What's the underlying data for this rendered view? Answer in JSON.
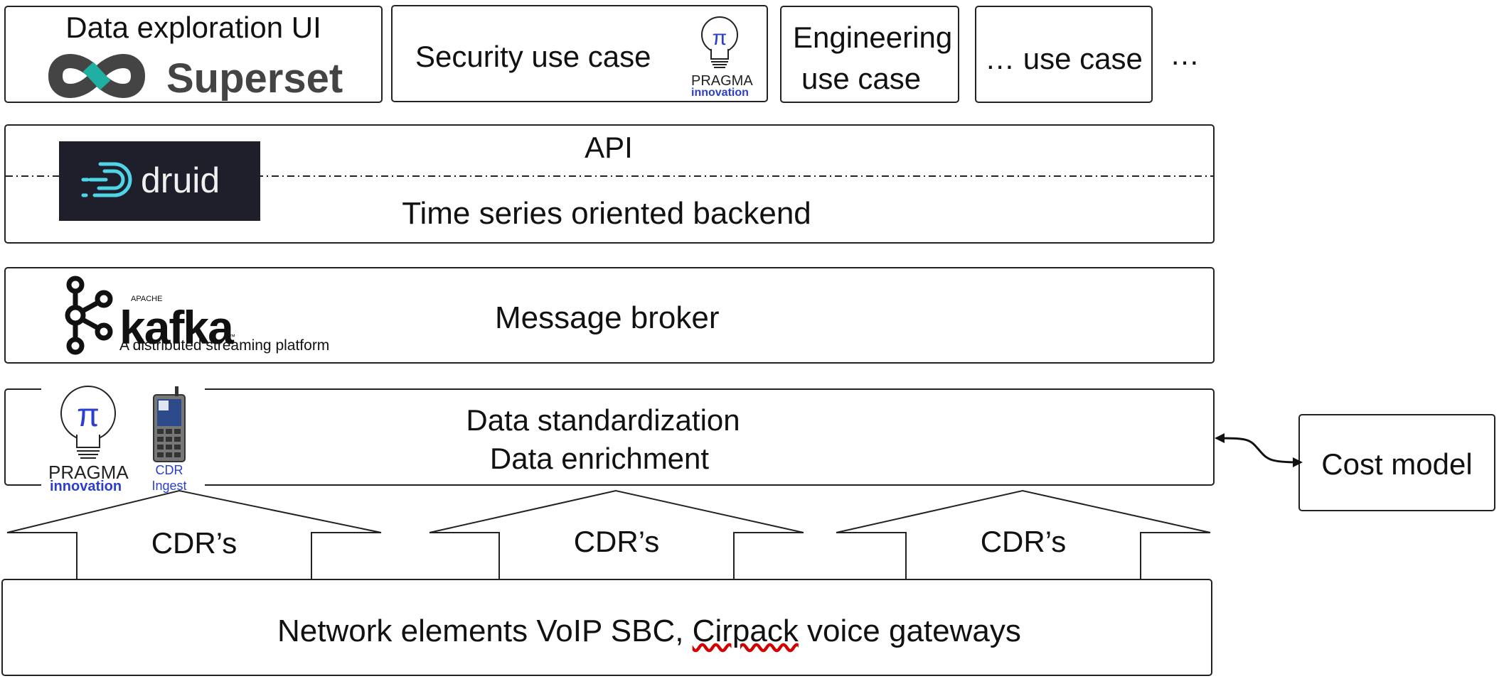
{
  "top_row": {
    "superset_box": {
      "title": "Data exploration UI",
      "logo_text": "Superset"
    },
    "security_box": {
      "label": "Security use case"
    },
    "engineering_box": {
      "line1": "Engineering",
      "line2": "use case"
    },
    "other_box": {
      "label": "… use case"
    },
    "more": "…"
  },
  "pragma_logo": {
    "word1": "PRAGMA",
    "word2": "innovation",
    "glyph": "π"
  },
  "api_layer": {
    "label": "API",
    "backend": "Time series oriented backend",
    "logo_text": "druid"
  },
  "broker_layer": {
    "label": "Message broker",
    "logo_small": "APACHE",
    "logo_text": "kafka",
    "tm": "™",
    "logo_tagline": "A distributed streaming platform"
  },
  "processing_layer": {
    "line1": "Data standardization",
    "line2": "Data enrichment",
    "cdr_label_1": "CDR",
    "cdr_label_2": "Ingest"
  },
  "cost_model": {
    "label": "Cost model"
  },
  "arrows": [
    {
      "label": "CDR’s"
    },
    {
      "label": "CDR’s"
    },
    {
      "label": "CDR’s"
    }
  ],
  "network_layer": {
    "prefix": "Network elements VoIP SBC, ",
    "underlined": "Cirpack",
    "suffix": " voice gateways"
  },
  "colors": {
    "border": "#222222",
    "druid_bg": "#1e1f2b",
    "druid_accent": "#4fd4e8",
    "pragma_blue": "#2a3fd1",
    "superset_teal": "#20b0a3",
    "superset_gray": "#444444"
  },
  "icons": [
    "superset-logo-icon",
    "pragma-lightbulb-icon",
    "druid-logo-icon",
    "kafka-logo-icon",
    "phone-icon"
  ]
}
